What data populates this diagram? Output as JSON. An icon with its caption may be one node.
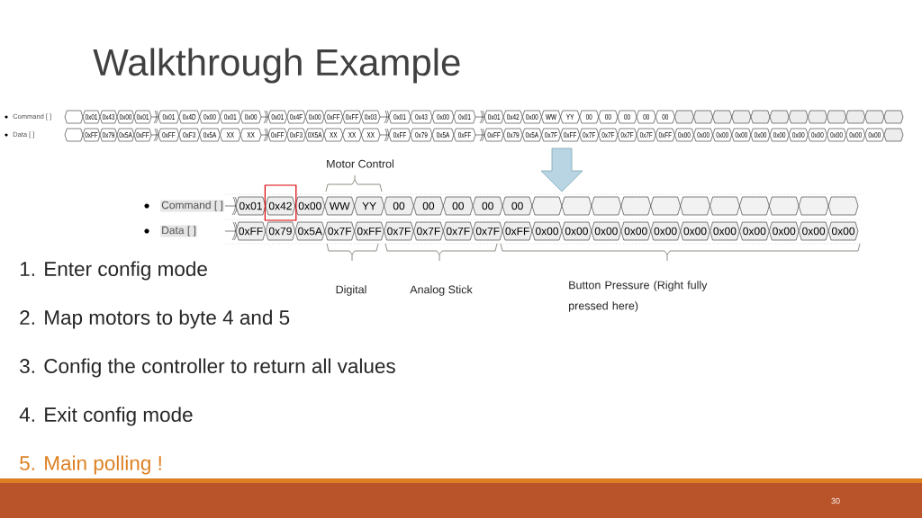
{
  "diagram": {
    "title": "Walkthrough Example",
    "labels": [
      "Command [ ]",
      "0x01",
      "0x43",
      "0x00",
      "0x01",
      "0x01",
      "0x4D",
      "0x00",
      "0x01",
      "0x00",
      "0x01",
      "0x4F",
      "0x00",
      "0xFF",
      "0xFF",
      "0x03",
      "0x01",
      "0x43",
      "0x00",
      "0x01",
      "0x01",
      "0x42",
      "0x00",
      "WW",
      "YY",
      "00",
      "00",
      "00",
      "00",
      "00",
      "Data [ ]",
      "0xFF",
      "0x79",
      "0x5A",
      "0xFF",
      "0xFF",
      "0xF3",
      "0x5A",
      "XX",
      "XX",
      "0xFF",
      "0xF3",
      "0X5A",
      "XX",
      "XX",
      "XX",
      "0xFF",
      "0x79",
      "0x5A",
      "0xFF",
      "0xFF",
      "0x79",
      "0x5A",
      "0x7F",
      "0xFF",
      "0x7F",
      "0x7F",
      "0x7F",
      "0x7F",
      "0xFF",
      "0x00",
      "0x00",
      "0x00",
      "0x00",
      "0x00",
      "0x00",
      "0x00",
      "0x00",
      "0x00",
      "0x00",
      "0x00",
      "Motor Control",
      "Command [ ]",
      "0x01",
      "0x42",
      "0x00",
      "WW",
      "YY",
      "00",
      "00",
      "00",
      "00",
      "00",
      "Data [ ]",
      "0xFF",
      "0x79",
      "0x5A",
      "0x7F",
      "0xFF",
      "0x7F",
      "0x7F",
      "0x7F",
      "0x7F",
      "0xFF",
      "0x00",
      "0x00",
      "0x00",
      "0x00",
      "0x00",
      "0x00",
      "0x00",
      "0x00",
      "0x00",
      "0x00",
      "0x00",
      "Digital",
      "Analog Stick",
      "Button Pressure (Right fully pressed here)",
      "1. Enter config mode",
      "2. Map motors to byte 4 and 5",
      "3. Config the controller to return all values",
      "4. Exit config mode",
      "5. Main polling !",
      "30"
    ]
  }
}
